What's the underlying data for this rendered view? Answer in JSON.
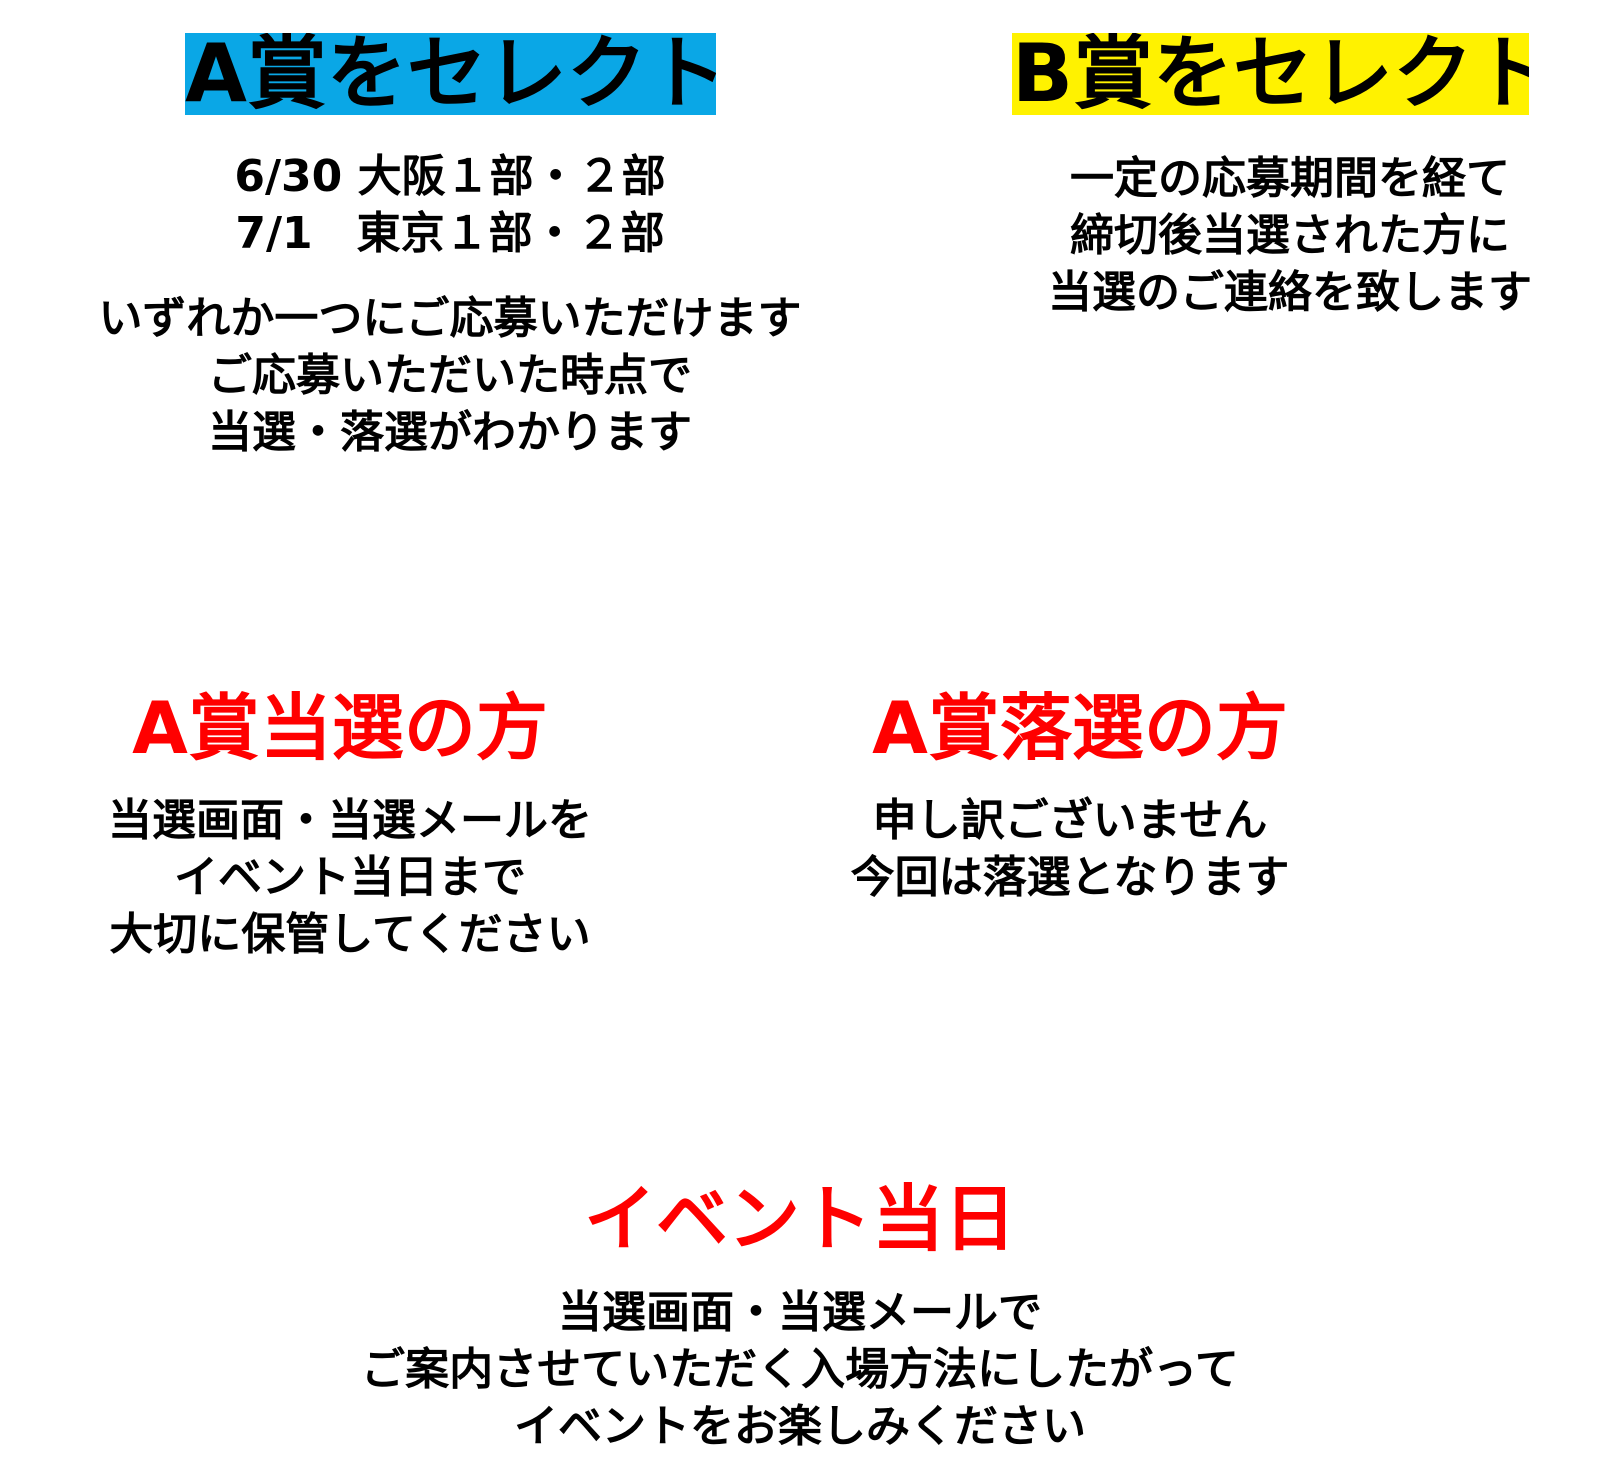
{
  "colors": {
    "a_select_bg": "#0aa7e6",
    "b_select_bg": "#fff200",
    "heading_red": "#ff0000",
    "text": "#000000",
    "background": "#ffffff"
  },
  "a_select": {
    "title": "A賞をセレクト",
    "schedule": [
      "6/30 大阪１部・２部",
      "7/1　東京１部・２部"
    ],
    "description": [
      "いずれか一つにご応募いただけます",
      "ご応募いただいた時点で",
      "当選・落選がわかります"
    ]
  },
  "b_select": {
    "title": "B賞をセレクト",
    "description": [
      "一定の応募期間を経て",
      "締切後当選された方に",
      "当選のご連絡を致します"
    ]
  },
  "a_win": {
    "title": "A賞当選の方",
    "description": [
      "当選画面・当選メールを",
      "イベント当日まで",
      "大切に保管してください"
    ]
  },
  "a_lose": {
    "title": "A賞落選の方",
    "description": [
      "申し訳ございません",
      "今回は落選となります"
    ]
  },
  "event_day": {
    "title": "イベント当日",
    "description": [
      "当選画面・当選メールで",
      "ご案内させていただく入場方法にしたがって",
      "イベントをお楽しみください"
    ]
  }
}
